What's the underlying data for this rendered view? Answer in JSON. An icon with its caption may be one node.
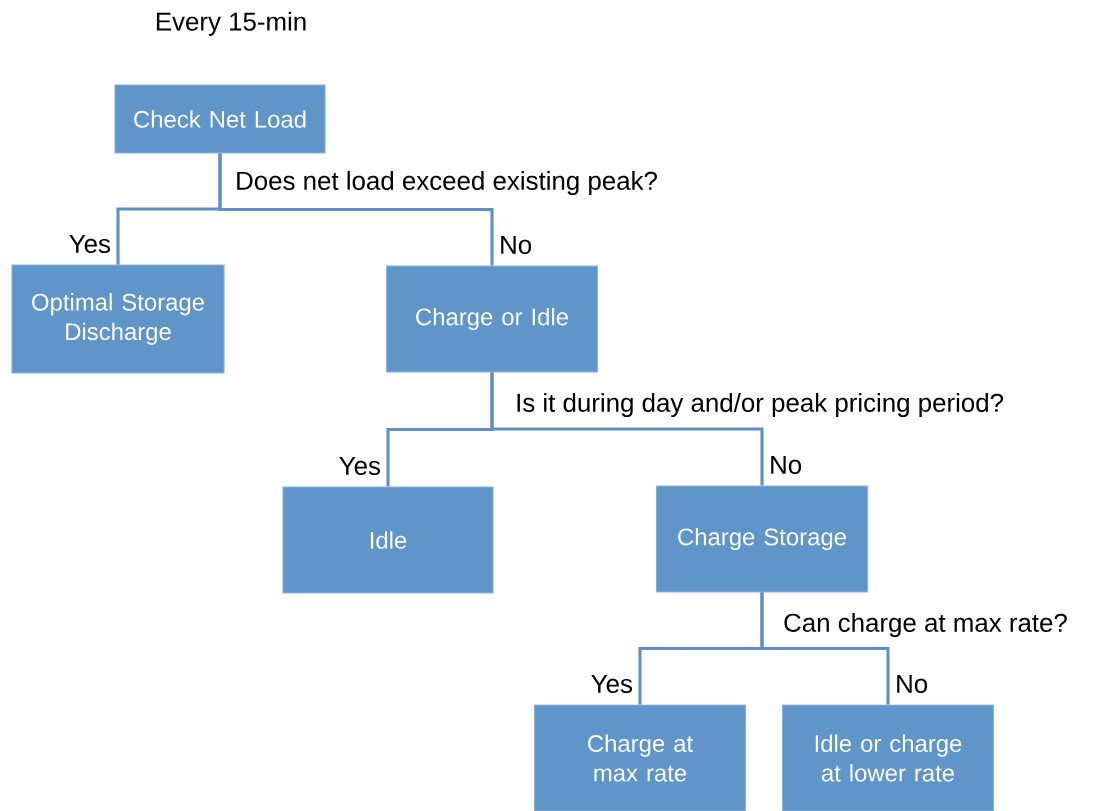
{
  "diagram": {
    "nodes": [
      {
        "text": [
          "Check Net Load"
        ],
        "beside": [
          "Every 15-min"
        ]
      },
      {
        "text": [
          "Optimal Storage Discharge"
        ]
      },
      {
        "text": [
          "Charge or Idle"
        ]
      },
      {
        "text": [
          "Idle"
        ]
      },
      {
        "text": [
          "Charge Storage"
        ]
      },
      {
        "text": [
          "Charge at max rate"
        ]
      },
      {
        "text": [
          "Idle or charge at lower rate"
        ]
      }
    ],
    "edges": [
      {
        "from": 0,
        "to": 1,
        "arrow": "none",
        "label": "Yes"
      },
      {
        "from": 0,
        "to": 2,
        "arrow": "none",
        "label": "No"
      },
      {
        "from": 2,
        "to": 3,
        "arrow": "none",
        "label": "Yes"
      },
      {
        "from": 2,
        "to": 4,
        "arrow": "none",
        "label": "No"
      },
      {
        "from": 4,
        "to": 5,
        "arrow": "none",
        "label": "Yes"
      },
      {
        "from": 4,
        "to": 6,
        "arrow": "none",
        "label": "No"
      }
    ],
    "labels": [
      "Does net load exceed existing peak?",
      "Is it during day and/or peak pricing period?",
      "Can charge at max rate?"
    ]
  }
}
